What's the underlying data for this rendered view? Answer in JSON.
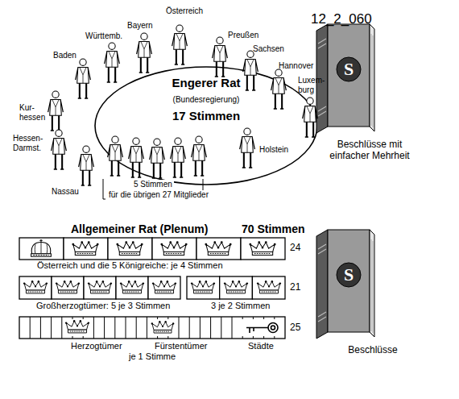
{
  "diagram": {
    "nodes": [
      {
        "text": [
          "Engerer Rat",
          "(Bundesregierung)",
          "17 Stimmen"
        ]
      },
      {
        "text": [
          "S",
          "Beschlüsse mit einfacher Mehrheit"
        ]
      },
      {
        "text": [
          "S",
          "Beschlüsse"
        ]
      }
    ],
    "labels": [
      "12_2_060",
      "Bayern",
      "Österreich",
      "Württemb.",
      "Preußen",
      "Sachsen",
      "Baden",
      "Hannover",
      "Kur-hessen",
      "Luxem-burg",
      "Hessen-Darmst.",
      "Holstein",
      "Nassau",
      "5 Stimmen",
      "für die übrigen 27 Mitglieder",
      "Allgemeiner Rat (Plenum)",
      "70 Stimmen",
      "24",
      "Österreich und die 5 Königreiche: je 4 Stimmen",
      "21",
      "Großherzogtümer: 5 je 3 Stimmen",
      "3 je 2 Stimmen",
      "25",
      "Herzogtümer",
      "Fürstentümer",
      "Städte",
      "je 1 Stimme"
    ]
  }
}
